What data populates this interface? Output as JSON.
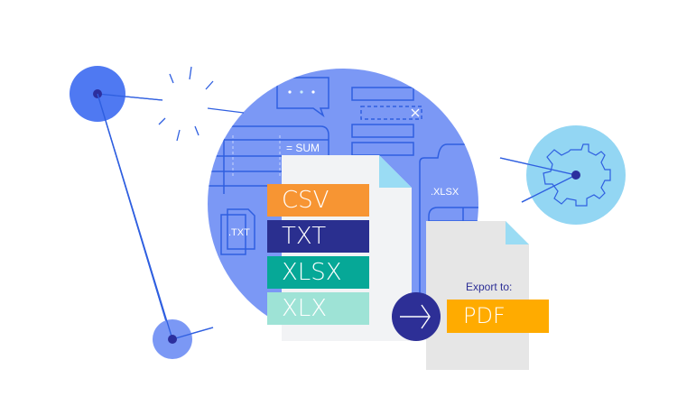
{
  "illustration": {
    "theme": "Data export formats",
    "colors": {
      "main_circle": "#7b98f5",
      "line_blue": "#2f5fe0",
      "node_left_top": "#4f79f2",
      "node_left_bottom": "#7b98f5",
      "node_center": "#2c2f9e",
      "gear_circle": "#93d6f3",
      "doc_page": "#f2f3f5",
      "doc_fold": "#9adcf4",
      "pdf_page": "#e6e6e6",
      "arrow_circle": "#2d2f96"
    },
    "formula_label": "= SUM",
    "txt_doc_label": ".TXT",
    "xlsx_doc_label": ".XLSX",
    "formats": [
      {
        "label": "CSV",
        "color": "#f79533"
      },
      {
        "label": "TXT",
        "color": "#2a2f8f"
      },
      {
        "label": "XLSX",
        "color": "#06a897"
      },
      {
        "label": "XLX",
        "color": "#9ee3d6"
      }
    ],
    "export": {
      "caption": "Export to:",
      "target": "PDF",
      "target_color": "#ffab00",
      "caption_color": "#2d2f96"
    },
    "icons": [
      "chat-bubble-icon",
      "gear-icon",
      "arrow-right-icon",
      "document-icon",
      "spreadsheet-icon"
    ]
  }
}
